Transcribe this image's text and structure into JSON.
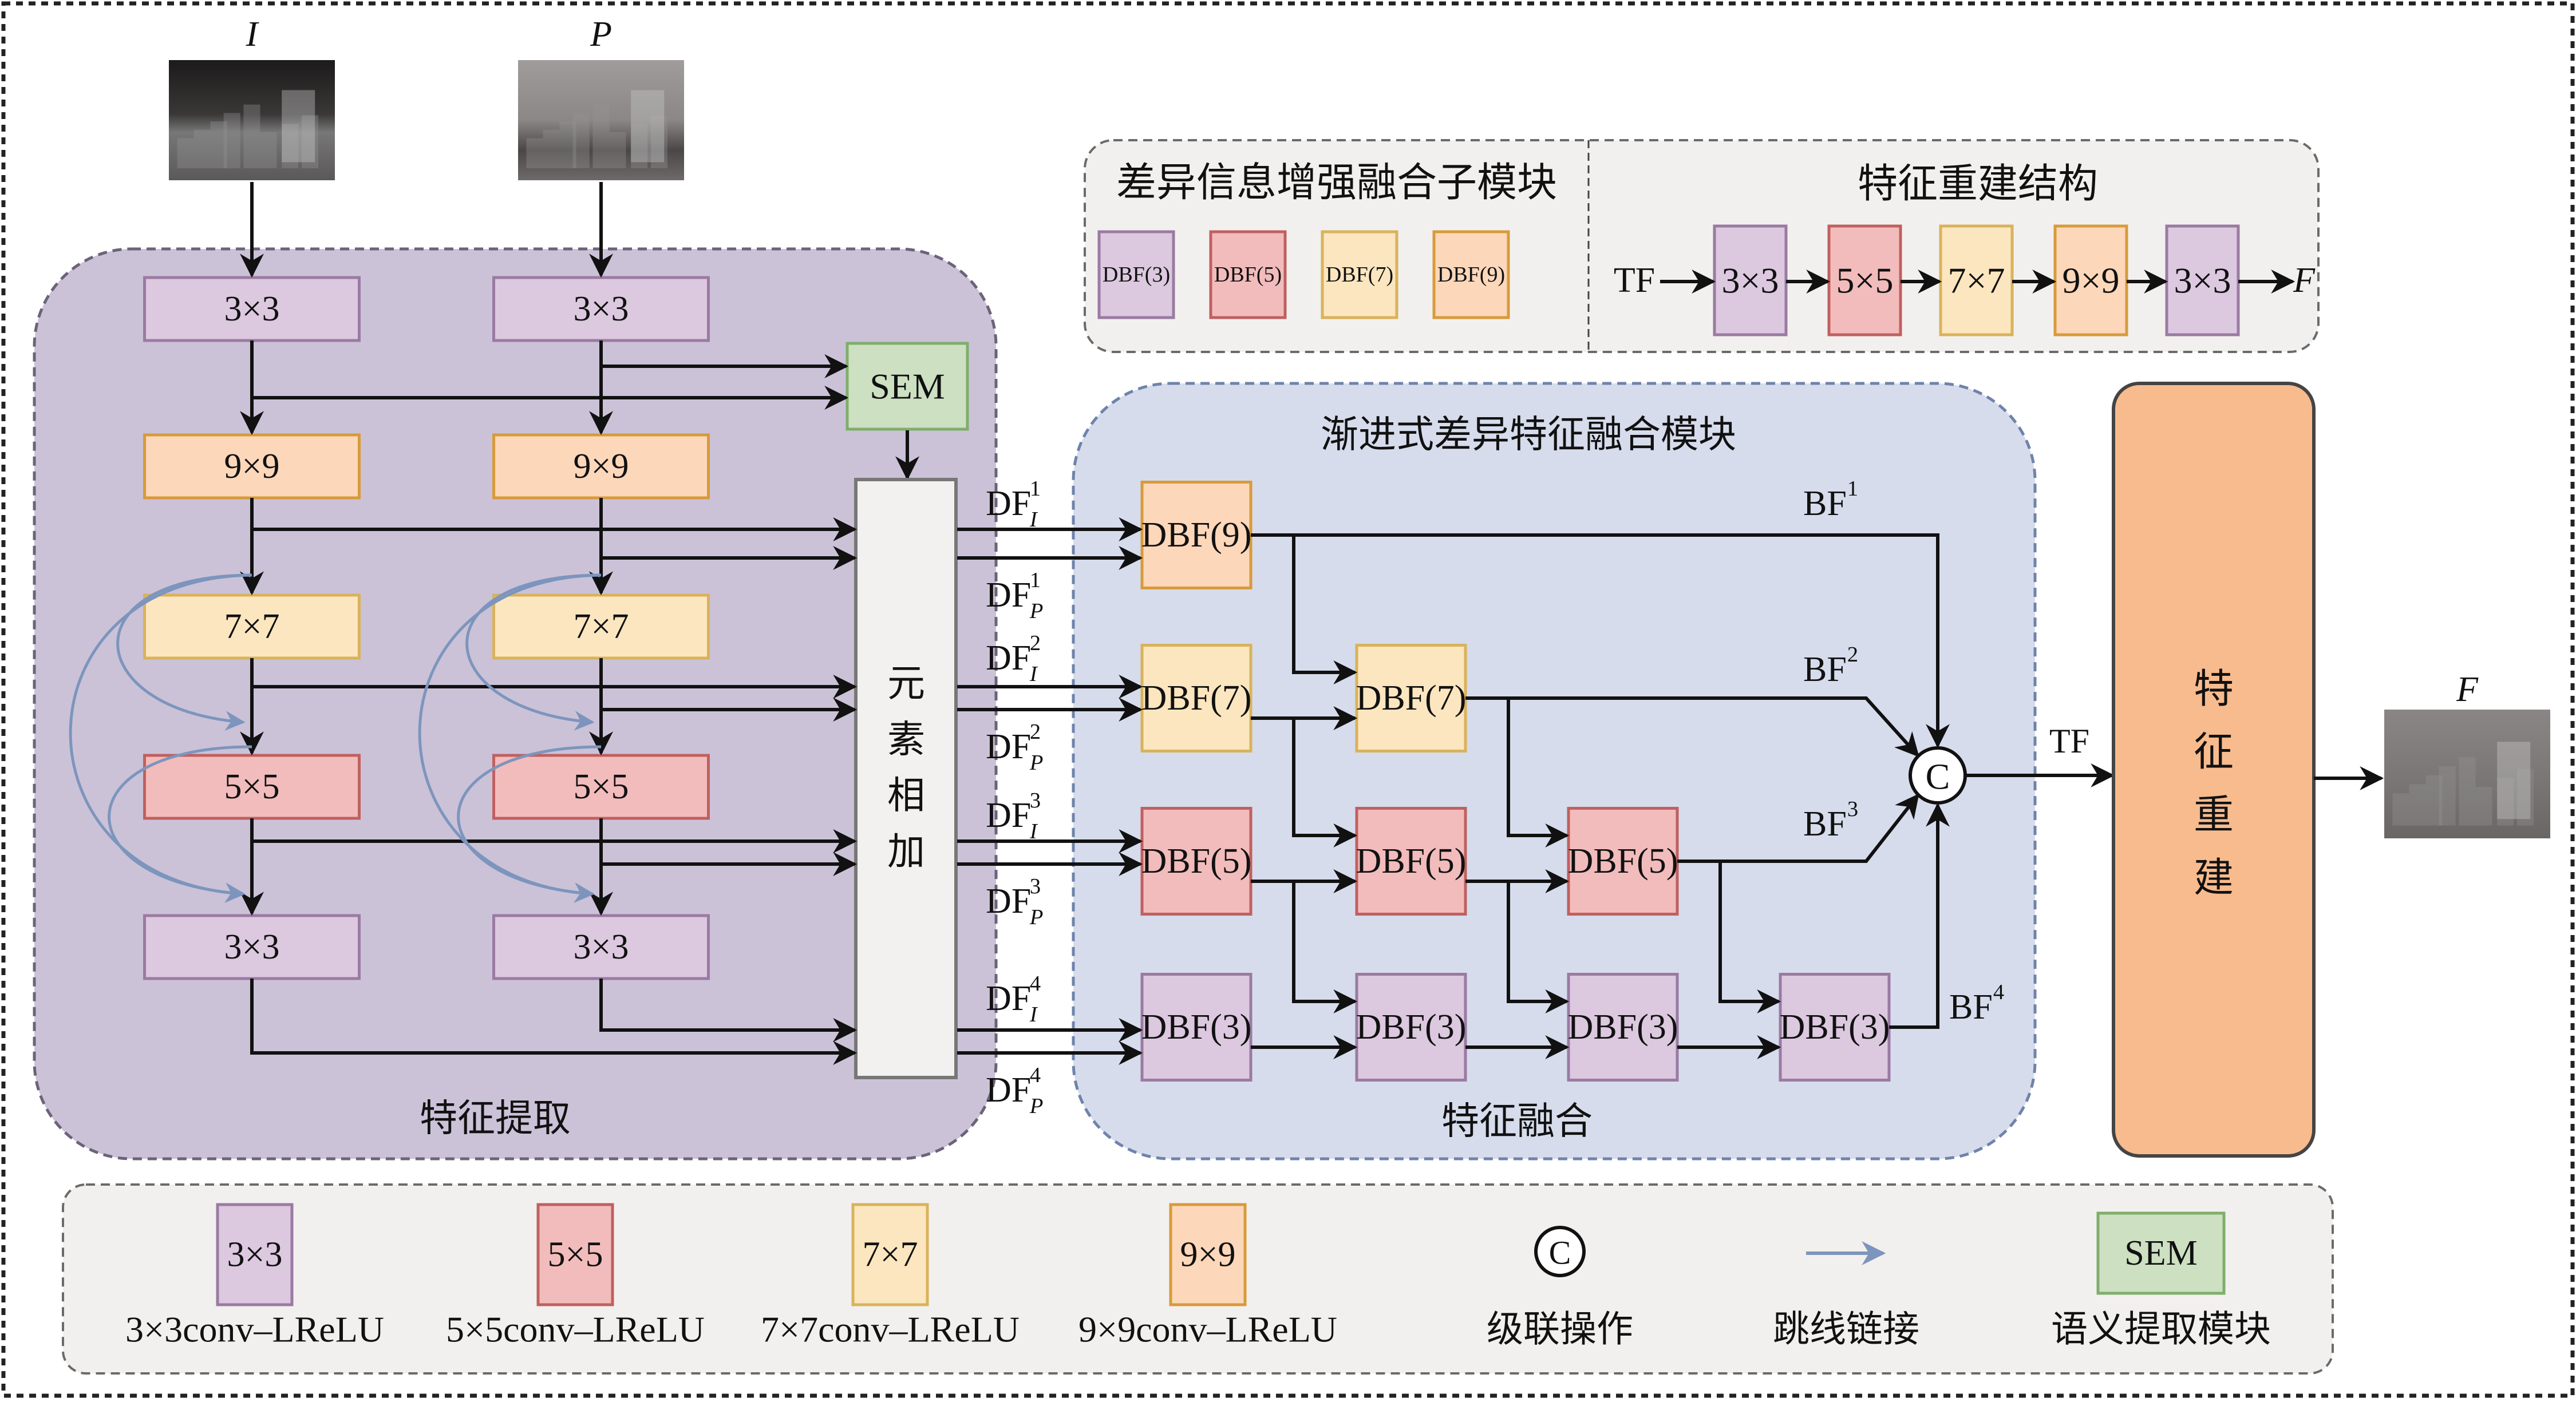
{
  "inputs": {
    "infrared_label": "I",
    "visible_label": "P",
    "output_label": "F"
  },
  "colors": {
    "conv3": "#dcc8df",
    "conv3_border": "#9a7aa2",
    "conv5": "#f2bcbc",
    "conv5_border": "#c0605f",
    "conv7": "#fbe6bf",
    "conv7_border": "#d9b25a",
    "conv9": "#fcd7ba",
    "conv9_border": "#d89a3a",
    "sem": "#cde0c2",
    "sem_border": "#7fae6a",
    "extract_bg": "#cbc2d8",
    "fusion_bg": "#d6dcec",
    "recon_bg": "#f7bb8e",
    "panel_bg": "#f2f0ee",
    "skip_arrow": "#7d95bd"
  },
  "feature_extraction": {
    "title": "特征提取",
    "branch_i": [
      "3×3",
      "9×9",
      "7×7",
      "5×5",
      "3×3"
    ],
    "branch_p": [
      "3×3",
      "9×9",
      "7×7",
      "5×5",
      "3×3"
    ],
    "sem_label": "SEM",
    "add_label": [
      "元",
      "素",
      "相",
      "加"
    ]
  },
  "df_labels": [
    {
      "base": "DF",
      "sub": "I",
      "sup": "1"
    },
    {
      "base": "DF",
      "sub": "P",
      "sup": "1"
    },
    {
      "base": "DF",
      "sub": "I",
      "sup": "2"
    },
    {
      "base": "DF",
      "sub": "P",
      "sup": "2"
    },
    {
      "base": "DF",
      "sub": "I",
      "sup": "3"
    },
    {
      "base": "DF",
      "sub": "P",
      "sup": "3"
    },
    {
      "base": "DF",
      "sub": "I",
      "sup": "4"
    },
    {
      "base": "DF",
      "sub": "P",
      "sup": "4"
    }
  ],
  "fusion": {
    "title": "渐进式差异特征融合模块",
    "subtitle": "特征融合",
    "rows": [
      [
        "DBF(9)"
      ],
      [
        "DBF(7)",
        "DBF(7)"
      ],
      [
        "DBF(5)",
        "DBF(5)",
        "DBF(5)"
      ],
      [
        "DBF(3)",
        "DBF(3)",
        "DBF(3)",
        "DBF(3)"
      ]
    ],
    "bf_labels": [
      {
        "base": "BF",
        "sup": "1"
      },
      {
        "base": "BF",
        "sup": "2"
      },
      {
        "base": "BF",
        "sup": "3"
      },
      {
        "base": "BF",
        "sup": "4"
      }
    ],
    "concat_symbol": "C",
    "tf_label": "TF"
  },
  "reconstruction": {
    "label": [
      "特",
      "征",
      "重",
      "建"
    ]
  },
  "top_panel": {
    "dbf_title": "差异信息增强融合子模块",
    "dbf_items": [
      "DBF(3)",
      "DBF(5)",
      "DBF(7)",
      "DBF(9)"
    ],
    "recon_title": "特征重建结构",
    "recon_input": "TF",
    "recon_chain": [
      "3×3",
      "5×5",
      "7×7",
      "9×9",
      "3×3"
    ],
    "recon_output": "F"
  },
  "legend": {
    "items": [
      {
        "box": "3×3",
        "label": "3×3conv–LReLU"
      },
      {
        "box": "5×5",
        "label": "5×5conv–LReLU"
      },
      {
        "box": "7×7",
        "label": "7×7conv–LReLU"
      },
      {
        "box": "9×9",
        "label": "9×9conv–LReLU"
      },
      {
        "box": "C",
        "label": "级联操作"
      },
      {
        "box": "",
        "label": "跳线链接"
      },
      {
        "box": "SEM",
        "label": "语义提取模块"
      }
    ]
  }
}
